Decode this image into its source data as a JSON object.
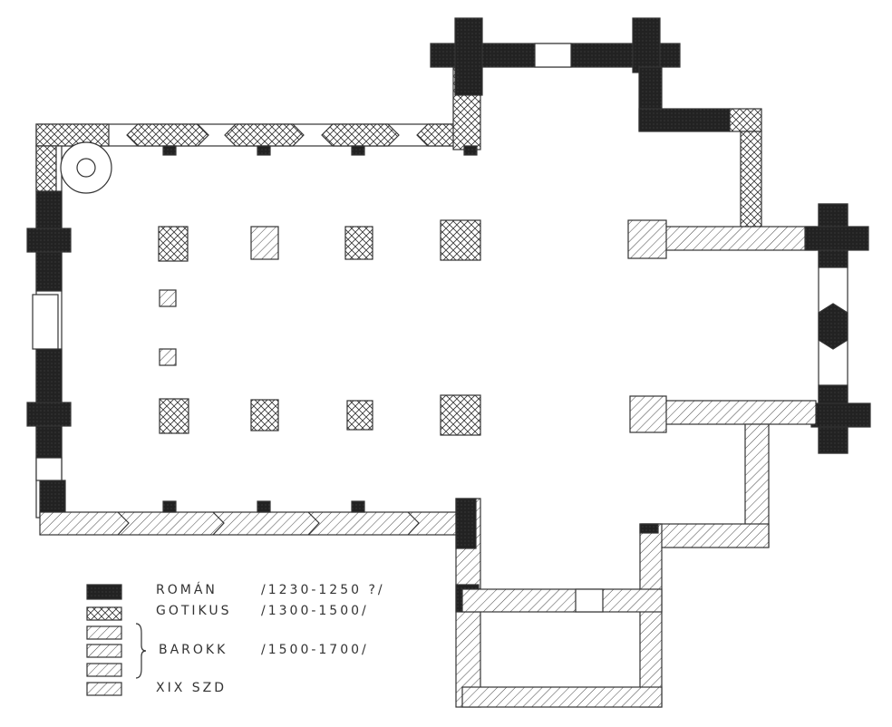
{
  "legend": {
    "items": [
      {
        "style": "dark",
        "name": "ROMÁN",
        "period": "/1230-1250 ?/"
      },
      {
        "style": "crosshatch",
        "name": "GOTIKUS",
        "period": "/1300-1500/"
      },
      {
        "style": "barokk",
        "name": "BAROKK",
        "period": "/1500-1700/"
      },
      {
        "style": "hatch",
        "name": "XIX SZD",
        "period": ""
      }
    ]
  },
  "colors": {
    "ink": "#222222",
    "paper": "#ffffff"
  }
}
